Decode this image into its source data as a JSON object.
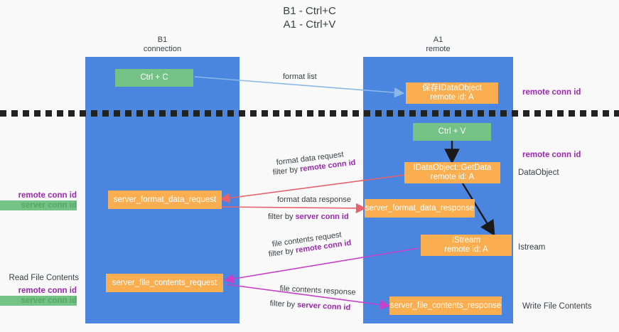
{
  "title": "B1 - Ctrl+C\nA1 - Ctrl+V",
  "columns": {
    "left": {
      "name": "B1",
      "role": "connection",
      "label": "B1\nconnection"
    },
    "right": {
      "name": "A1",
      "role": "remote",
      "label": "A1\nremote"
    }
  },
  "boxes": {
    "ctrl_c": "Ctrl + C",
    "ctrl_v": "Ctrl + V",
    "save_idataobject": "保存IDataObject\nremote id: A",
    "getdata": "IDataObject::GetData\nremote id: A",
    "server_format_data_request": "server_format_data_request",
    "server_format_data_response": "server_format_data_response",
    "istream": "IStream\nremote id: A",
    "server_file_contents_request": "server_file_contents_request",
    "server_file_contents_response": "server_file_contents_response"
  },
  "edge_labels": {
    "format_list": "format list",
    "format_data_request": "format data request",
    "format_data_request_filter_prefix": "filter by ",
    "format_data_request_filter_key": "remote conn id",
    "format_data_response": "format data response",
    "format_data_response_filter_prefix": "filter by ",
    "format_data_response_filter_key": "server conn id",
    "file_contents_request": "file contents request",
    "file_contents_request_filter_prefix": "filter by ",
    "file_contents_request_filter_key": "remote conn id",
    "file_contents_response": "file contents response",
    "file_contents_response_filter_prefix": "filter by ",
    "file_contents_response_filter_key": "server conn id"
  },
  "annotations": {
    "right_remote_conn_id_1": "remote conn id",
    "right_remote_conn_id_2": "remote conn id",
    "right_dataobject": "DataObject",
    "right_istream": "Istream",
    "right_write_file_contents": "Write File Contents",
    "left_remote_conn_id": "remote conn id",
    "left_server_conn_id": "server conn id",
    "left_read_file_contents": "Read File Contents",
    "left_remote_conn_id_2": "remote conn id",
    "left_server_conn_id_2": "server conn id"
  },
  "colors": {
    "lane": "#4a86e0",
    "green_box": "#74c285",
    "orange_box": "#fbae50",
    "purple_text": "#9c27b0",
    "green_text": "#55a865",
    "dark_text": "#3c4043",
    "blue_arrow": "#8cb8e8",
    "red_arrow": "#e8616d",
    "magenta_arrow": "#c840c8",
    "black_arrow": "#1a1a1a",
    "background": "#f9f9f9"
  }
}
